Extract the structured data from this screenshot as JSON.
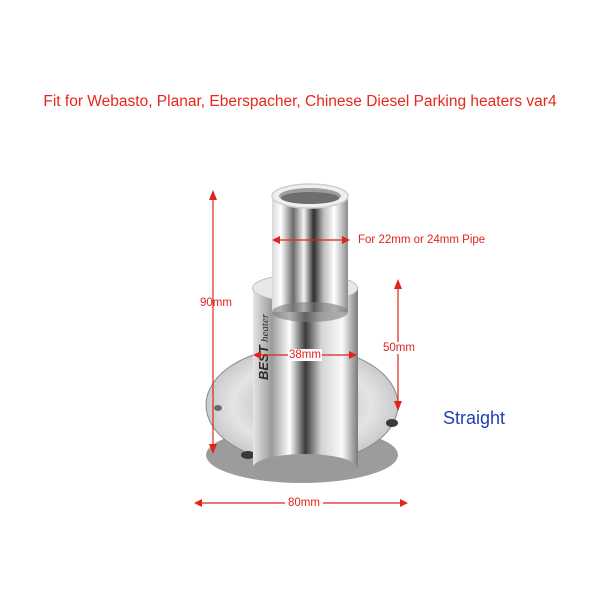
{
  "title": "Fit for Webasto, Planar, Eberspacher, Chinese Diesel Parking heaters var4",
  "labels": {
    "pipe": "For 22mm or 24mm Pipe",
    "height_total": "90mm",
    "diameter_mid": "38mm",
    "height_lower": "50mm",
    "base_diameter": "80mm"
  },
  "variant": "Straight",
  "brand_logo_text": "BEST heater",
  "colors": {
    "title": "#e8261c",
    "dimension": "#e0241c",
    "variant": "#1f3fb0"
  }
}
